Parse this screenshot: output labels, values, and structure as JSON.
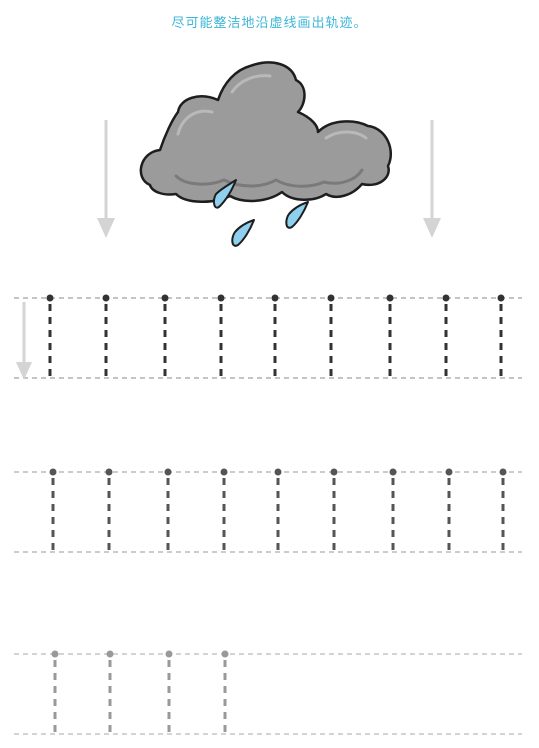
{
  "worksheet": {
    "instruction": "尽可能整洁地沿虚线画出轨迹。",
    "instruction_color": "#3bb6d8",
    "illustration": {
      "cloud_icon": "rain-cloud-icon",
      "cloud_color": "#9a9a9a",
      "raindrop_color": "#8ed0ee"
    },
    "guide_arrow_icon": "arrow-down-icon",
    "guide_arrow_color": "#d4d4d4",
    "rows": [
      {
        "strokes": 9,
        "color": "#333333",
        "show_arrow": true
      },
      {
        "strokes": 9,
        "color": "#555555",
        "show_arrow": false
      },
      {
        "strokes": 4,
        "color": "#999999",
        "show_arrow": false
      }
    ]
  }
}
